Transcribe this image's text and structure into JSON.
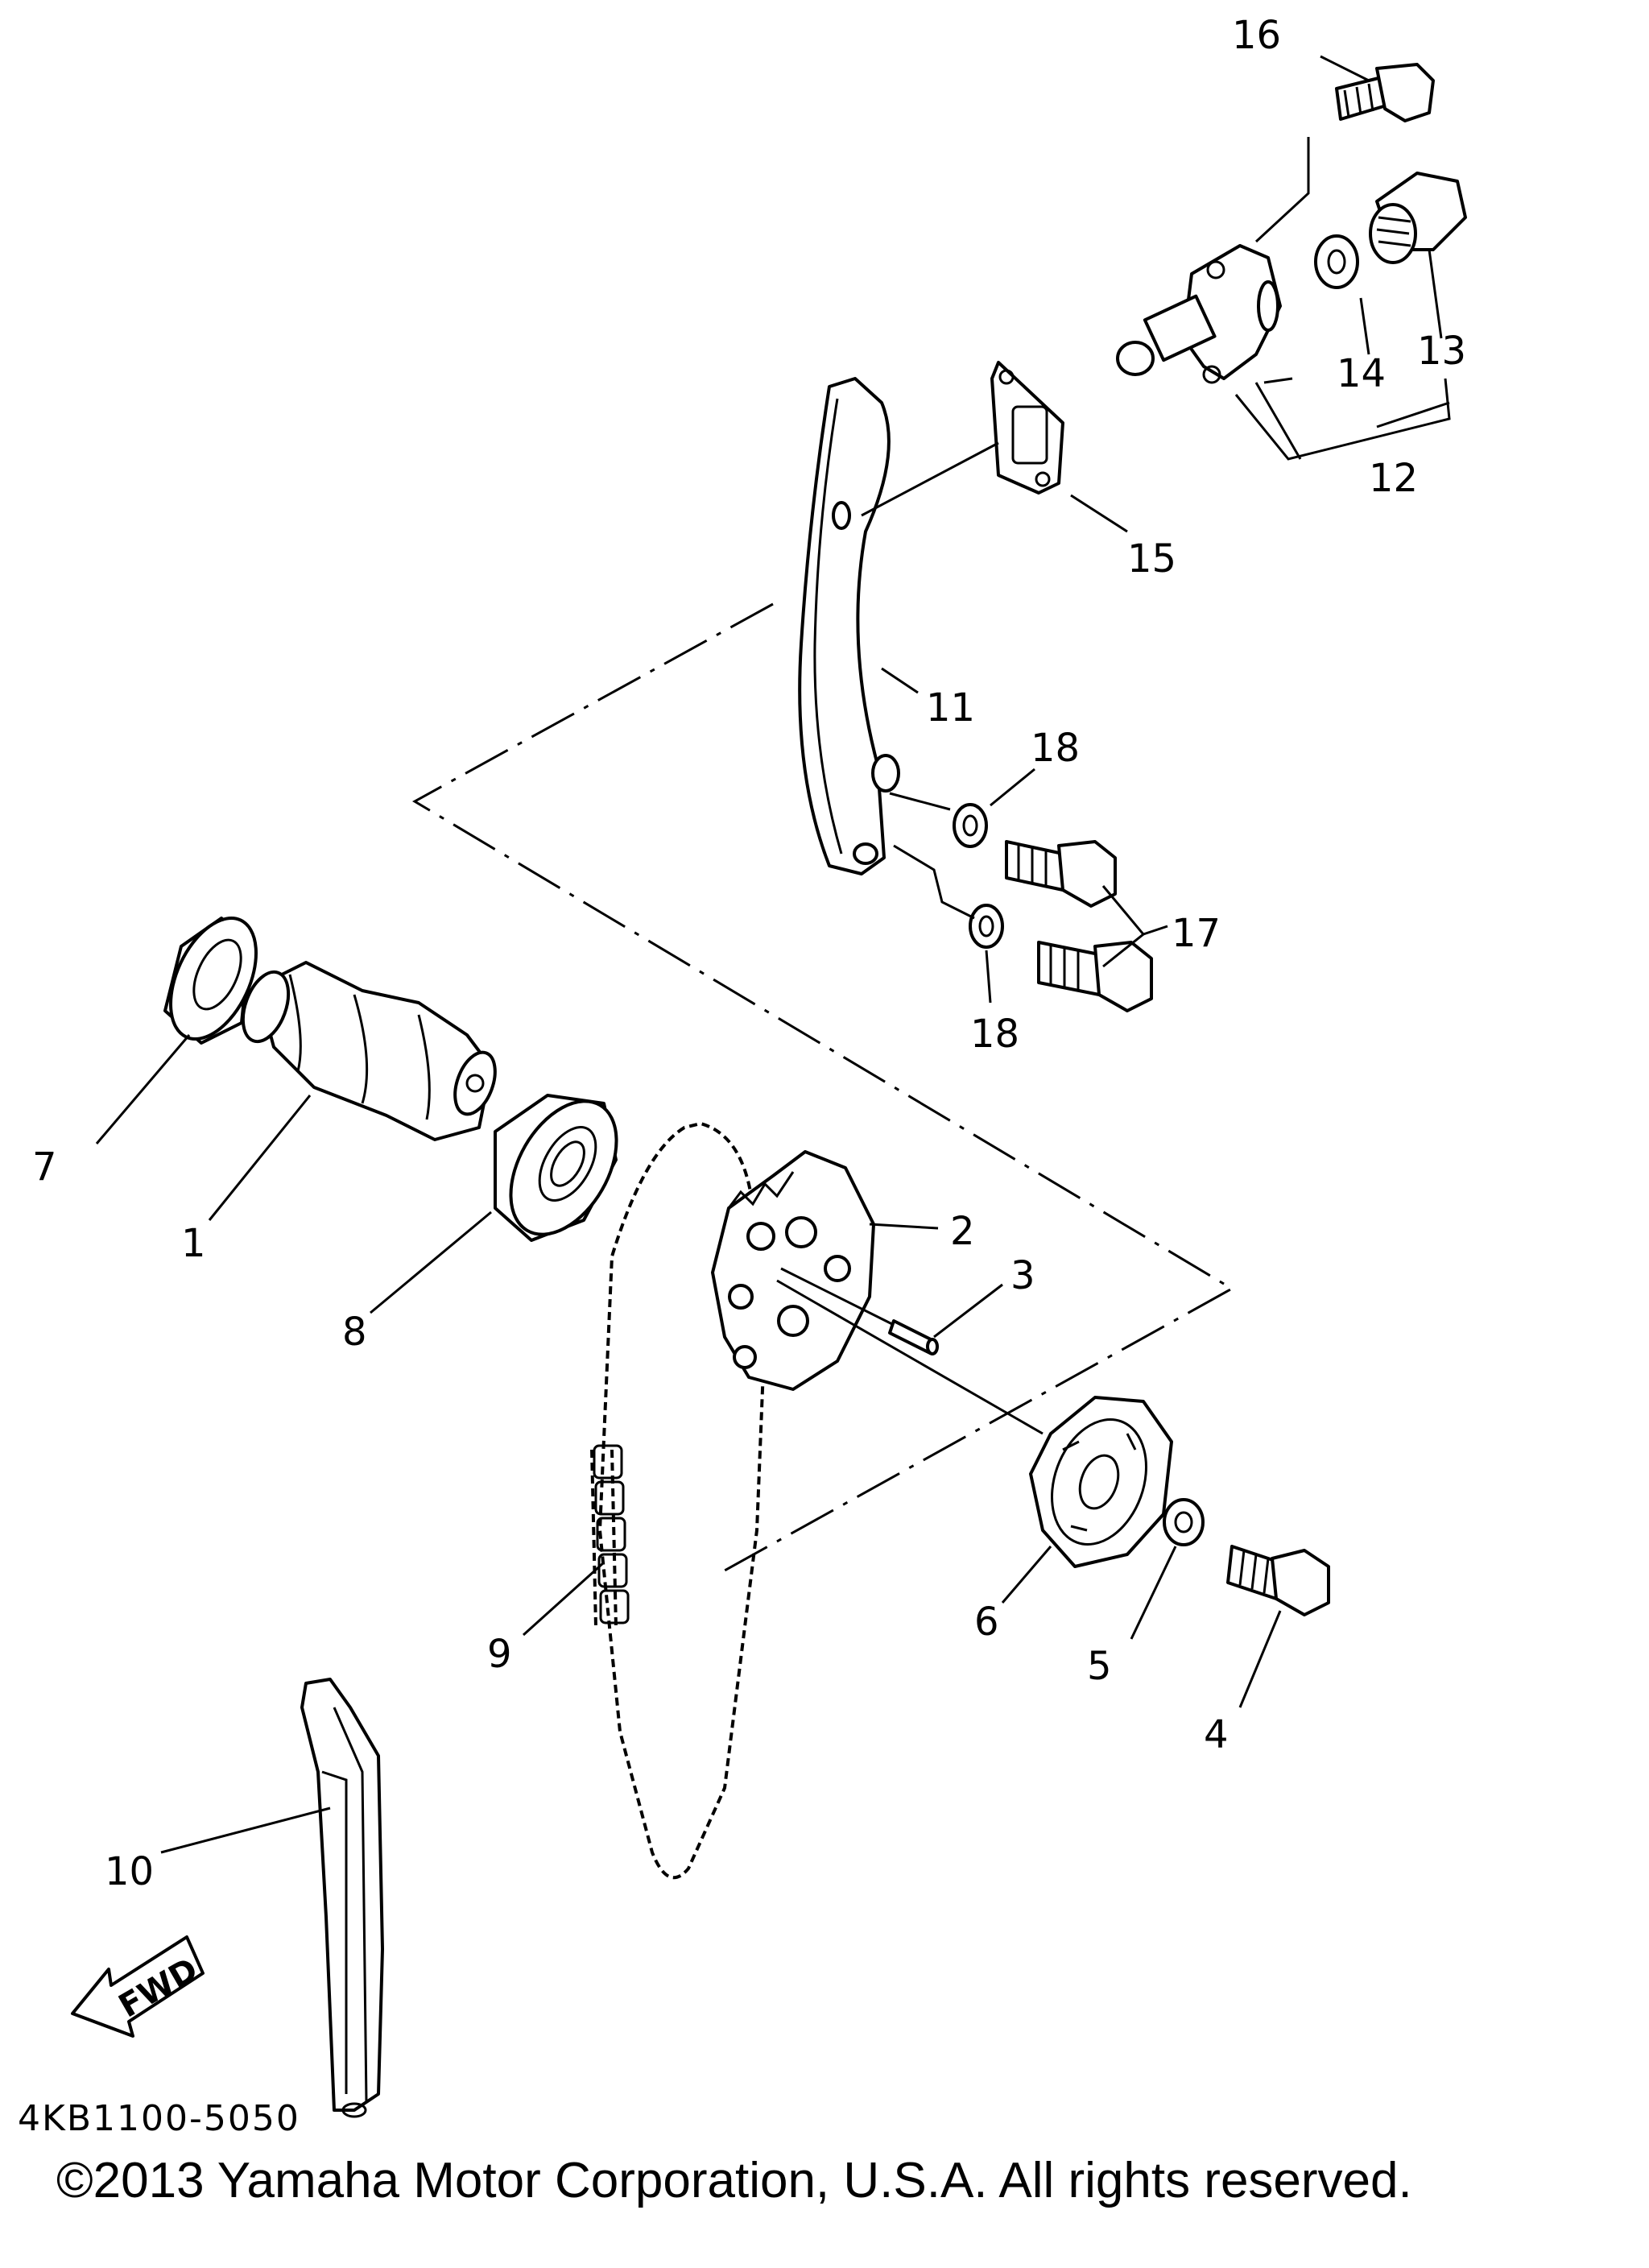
{
  "diagram": {
    "callouts": {
      "p1": "1",
      "p2": "2",
      "p3": "3",
      "p4": "4",
      "p5": "5",
      "p6": "6",
      "p7": "7",
      "p8": "8",
      "p9": "9",
      "p10": "10",
      "p11": "11",
      "p12": "12",
      "p13": "13",
      "p14": "14",
      "p15": "15",
      "p16": "16",
      "p17": "17",
      "p18a": "18",
      "p18b": "18"
    },
    "fwd_label": "FWD",
    "diagram_code": "4KB1100-5050"
  },
  "footer": {
    "copyright": "©2013 Yamaha Motor Corporation, U.S.A. All rights reserved."
  }
}
